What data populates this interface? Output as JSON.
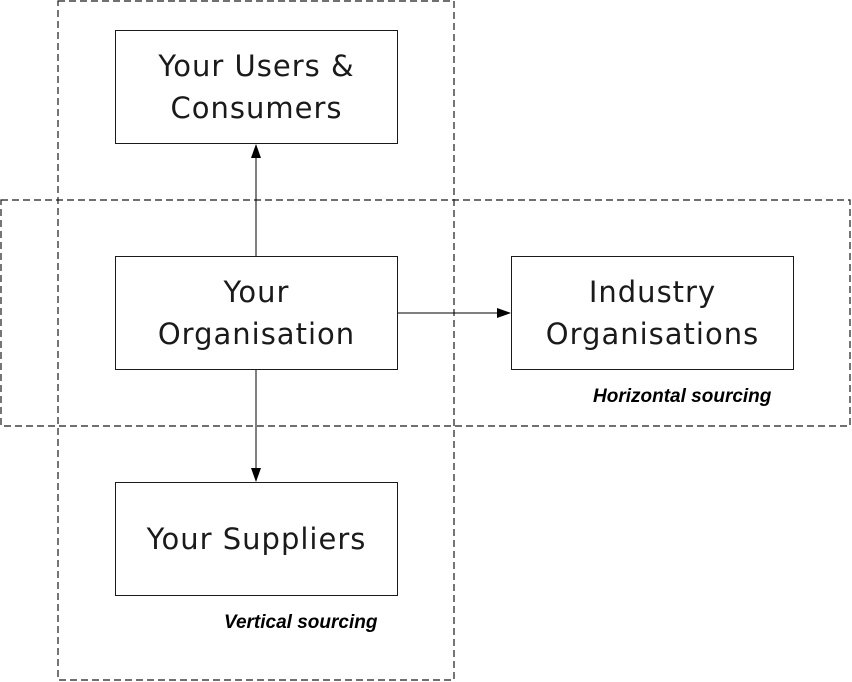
{
  "nodes": {
    "users": {
      "line1": "Your Users &",
      "line2": "Consumers"
    },
    "organisation": {
      "line1": "Your",
      "line2": "Organisation"
    },
    "industry": {
      "line1": "Industry",
      "line2": "Organisations"
    },
    "suppliers": {
      "line1": "Your Suppliers"
    }
  },
  "regions": {
    "horizontal": {
      "label": "Horizontal sourcing"
    },
    "vertical": {
      "label": "Vertical sourcing"
    }
  },
  "colors": {
    "stroke": "#1a1a1a",
    "background": "#ffffff"
  }
}
